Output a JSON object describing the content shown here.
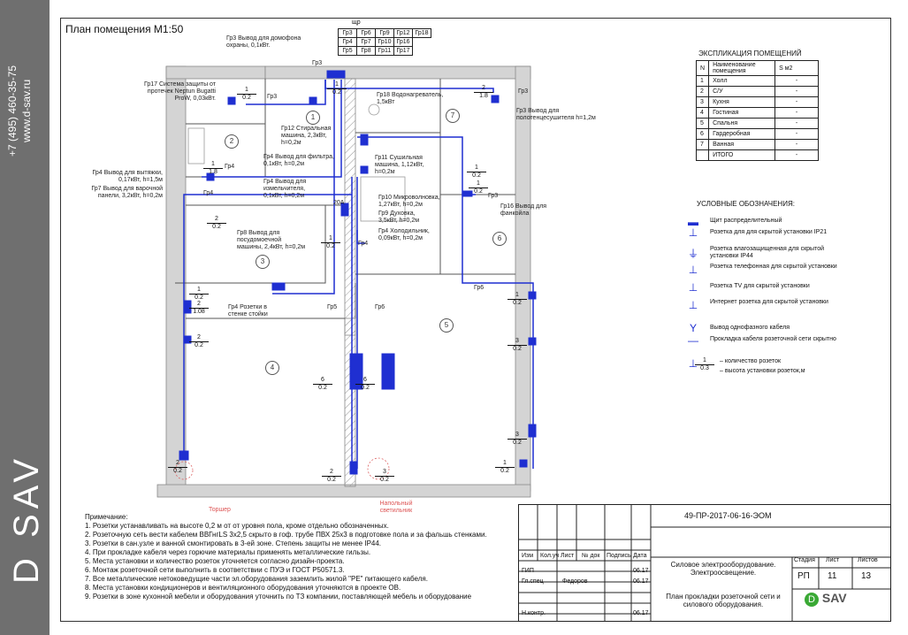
{
  "sidebar": {
    "phone": "+7 (495) 460-35-75",
    "site": "www.d-sav.ru",
    "logo_text": "D SAV"
  },
  "plan": {
    "title": "План помещения М1:50",
    "room_numbers": [
      "1",
      "2",
      "3",
      "4",
      "5",
      "6",
      "7"
    ],
    "bottom_labels": [
      "Торшер",
      "Напольный светильник"
    ]
  },
  "schedule": {
    "title": "щр",
    "rows": [
      [
        "Гр3",
        "Гр6",
        "Гр9",
        "Гр12",
        "Гр18"
      ],
      [
        "Гр4",
        "Гр7",
        "Гр10",
        "Гр16",
        ""
      ],
      [
        "Гр5",
        "Гр8",
        "Гр11",
        "Гр17",
        ""
      ]
    ]
  },
  "labels": [
    "Гр3 Вывод для домофона\nохраны, 0,1кВт.",
    "Гр17 Система защиты от\nпротечек Neptun Bugatti\nProW, 0,03кВт.",
    "Гр18 Водонагреватель,\n1,5кВт",
    "Гр3 Вывод для\nполотенцесушителя h=1,2м",
    "Гр12 Стиральная\nмашина, 2,3кВт,\nh=0,2м",
    "Гр4 Вывод для фильтра,\n0,1кВт, h=0,2м",
    "Гр11 Сушильная\nмашина, 1,12кВт,\nh=0,2м",
    "Гр4 Вывод для вытяжки,\n0,17кВт, h=1,5м",
    "Гр7 Вывод для варочной\nпанели, 3,2кВт, h=0,2м",
    "Гр4 Вывод для\nизмельчителя,\n0,1кВт, h=0,2м",
    "Гр10 Микроволновка,\n1,27кВт, h=0,2м",
    "Гр9 Духовка,\n3,5кВт, h=0,2м",
    "Гр4 Холодильник,\n0,09кВт, h=0,2м",
    "Гр16 Вывод для\nфанкойла",
    "Гр8 Вывод для\nпосудомоечной\nмашины, 2,4кВт, h=0,2м",
    "Гр4 Розетки в\nстенке стойки"
  ],
  "wire_tags": [
    "Гр3",
    "Гр3",
    "Гр3",
    "Гр4",
    "Гр4",
    "Гр4",
    "Гр5",
    "Гр6",
    "Гр6",
    "Гр3",
    "20А"
  ],
  "fractions": [
    {
      "top": "1",
      "bot": "0.2"
    },
    {
      "top": "1",
      "bot": "0.2"
    },
    {
      "top": "2",
      "bot": "1.8"
    },
    {
      "top": "1",
      "bot": "1.8"
    },
    {
      "top": "1",
      "bot": "0.2"
    },
    {
      "top": "2",
      "bot": "0.2"
    },
    {
      "top": "1",
      "bot": "0.2"
    },
    {
      "top": "1",
      "bot": "0.2"
    },
    {
      "top": "1",
      "bot": "0.2"
    },
    {
      "top": "2",
      "bot": "1.08"
    },
    {
      "top": "2",
      "bot": "0.2"
    },
    {
      "top": "6",
      "bot": "0.2"
    },
    {
      "top": "6",
      "bot": "0.2"
    },
    {
      "top": "1",
      "bot": "0.2"
    },
    {
      "top": "3",
      "bot": "0.2"
    },
    {
      "top": "3",
      "bot": "0.2"
    },
    {
      "top": "1",
      "bot": "0.2"
    },
    {
      "top": "2",
      "bot": "0.2"
    },
    {
      "top": "2",
      "bot": "0.2"
    },
    {
      "top": "3",
      "bot": "0.2"
    }
  ],
  "rooms_table": {
    "title": "ЭКСПЛИКАЦИЯ ПОМЕЩЕНИЙ",
    "header": [
      "N",
      "Наименование\nпомещения",
      "S м2"
    ],
    "rows": [
      [
        "1",
        "Холл",
        "-"
      ],
      [
        "2",
        "С/У",
        "-"
      ],
      [
        "3",
        "Кухня",
        "-"
      ],
      [
        "4",
        "Гостиная",
        "-"
      ],
      [
        "5",
        "Спальня",
        "-"
      ],
      [
        "6",
        "Гардеробная",
        "-"
      ],
      [
        "7",
        "Ванная",
        "-"
      ],
      [
        "",
        "ИТОГО",
        "-"
      ]
    ]
  },
  "legend": {
    "title": "УСЛОВНЫЕ ОБОЗНАЧЕНИЯ:",
    "items": [
      {
        "icon": "panel-icon",
        "text": "Щит распределительный"
      },
      {
        "icon": "socket-icon",
        "text": "Розетка для для скрытой установки IP21"
      },
      {
        "icon": "socket-ip44-icon",
        "text": "Розетка влагозащищенная для скрытой установки IP44"
      },
      {
        "icon": "phone-socket-icon",
        "text": "Розетка телефонная для скрытой установки"
      },
      {
        "icon": "tv-socket-icon",
        "text": "Розетка TV для скрытой установки"
      },
      {
        "icon": "internet-socket-icon",
        "text": "Интернет розетка для скрытой установки"
      },
      {
        "icon": "outlet-icon",
        "text": "Вывод однофазного кабеля"
      },
      {
        "icon": "cable-icon",
        "text": "Прокладка кабеля розеточной сети скрытно"
      }
    ],
    "fraction_example": {
      "top": "1",
      "bot": "0.3",
      "top_text": "– количество розеток",
      "bot_text": "– высота установки розеток,м"
    }
  },
  "notes": {
    "title": "Примечание:",
    "items": [
      "1. Розетки устанавливать на высоте 0,2 м от от уровня пола, кроме отдельно обозначенных.",
      "2. Розеточную сеть вести кабелем ВВГнгLS 3х2,5 скрыто в гоф. трубе ПВХ 25х3 в подготовке пола и за фальшь стенками.",
      "3. Розетки в сан.узле и ванной смонтировать в 3-ей зоне. Степень защиты не менее IP44.",
      "4. При прокладке кабеля через горючие материалы применять металлические гильзы.",
      "5. Места установки и количество розеток уточняется согласно дизайн-проекта.",
      "6. Монтаж розеточной сети выполнить в соответствии с ПУЭ и ГОСТ Р50571.3.",
      "7. Все металлические нетоковедущие части эл.оборудования заземлить жилой \"РЕ\" питающего кабеля.",
      "8. Места установки кондиционеров и вентиляционного оборудования уточняются в проекте ОВ.",
      "9. Розетки в зоне кухонной мебели и оборудования уточнить по ТЗ компании, поставляющей мебель и оборудование"
    ]
  },
  "stamp": {
    "doc_code": "49-ПР-2017-06-16-ЭОМ",
    "headers": [
      "Изм",
      "Кол.уч",
      "Лист",
      "№ док",
      "Подпись",
      "Дата"
    ],
    "roles": [
      {
        "role": "ГИП",
        "name": "",
        "date": "06.17"
      },
      {
        "role": "Гл.спец",
        "name": "Федоров",
        "date": "06.17"
      },
      {
        "role": "Н.контр.",
        "name": "",
        "date": "06.17"
      }
    ],
    "title1": "Силовое электрооборудование.\nЭлектроосвещение.",
    "title2": "План прокладки розеточной сети и\nсилового оборудования.",
    "stage_label": "Стадия",
    "sheet_label": "Лист",
    "sheets_label": "Листов",
    "stage": "РП",
    "sheet": "11",
    "sheets": "13",
    "logo": "SAV"
  },
  "colors": {
    "wire": "#1f2fd1",
    "wall": "#bfbfbf",
    "hatch": "#d9d9d9"
  }
}
